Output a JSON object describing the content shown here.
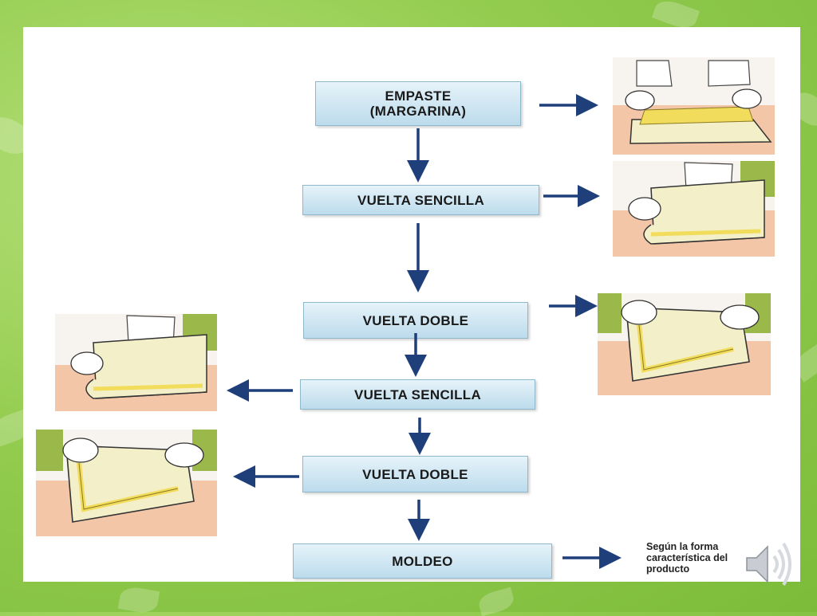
{
  "colors": {
    "arrow": "#1f3f7a",
    "box_fill": "#cfe6f2",
    "dough": "#f3efc8",
    "butter": "#f2dc5c",
    "table": "#f4c6a8"
  },
  "steps": [
    {
      "id": "empaste",
      "label": "EMPASTE\n(MARGARINA)"
    },
    {
      "id": "vuelta_sencilla_1",
      "label": "VUELTA SENCILLA"
    },
    {
      "id": "vuelta_doble_1",
      "label": "VUELTA DOBLE"
    },
    {
      "id": "vuelta_sencilla_2",
      "label": "VUELTA SENCILLA"
    },
    {
      "id": "vuelta_doble_2",
      "label": "VUELTA DOBLE"
    },
    {
      "id": "moldeo",
      "label": "MOLDEO"
    }
  ],
  "note": "Según la forma\ncaracterística del\nproducto",
  "illustrations": [
    {
      "step": "empaste",
      "depicts": "spreading-margarine-on-dough-icon"
    },
    {
      "step": "vuelta_sencilla_1",
      "depicts": "single-fold-icon"
    },
    {
      "step": "vuelta_doble_1",
      "depicts": "double-fold-icon"
    },
    {
      "step": "vuelta_sencilla_2",
      "depicts": "single-fold-icon"
    },
    {
      "step": "vuelta_doble_2",
      "depicts": "double-fold-icon"
    }
  ],
  "speaker_icon": "speaker-icon"
}
